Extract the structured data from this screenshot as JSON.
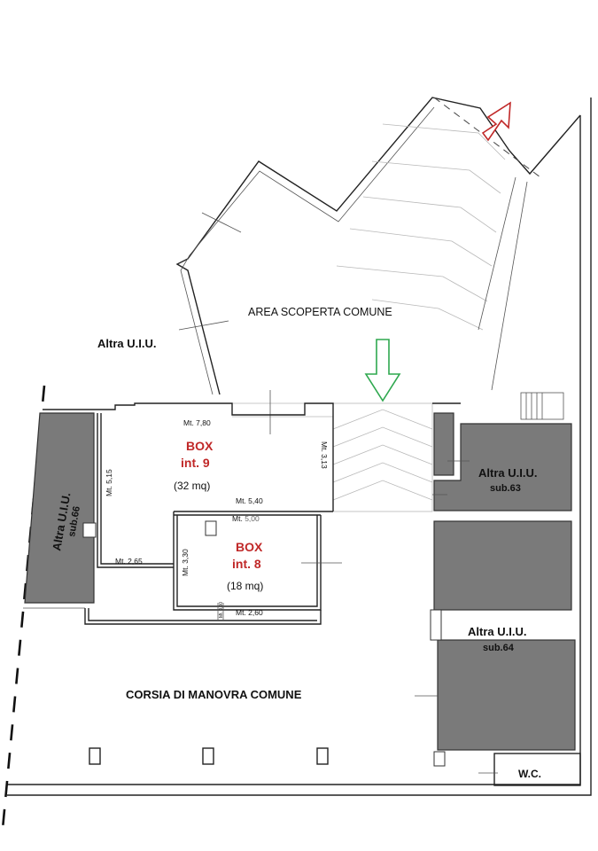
{
  "labels": {
    "area_scoperta": "AREA SCOPERTA COMUNE",
    "altra_uiu_top": "Altra U.I.U.",
    "altra_uiu_left": "Altra U.I.U.",
    "sub66": "sub.66",
    "altra_uiu_63": "Altra U.I.U.",
    "sub63": "sub.63",
    "altra_uiu_64": "Altra U.I.U.",
    "sub64": "sub.64",
    "corsia": "CORSIA  DI  MANOVRA  COMUNE",
    "wc": "W.C."
  },
  "box9": {
    "title": "BOX",
    "int": "int. 9",
    "area": "(32 mq)",
    "dim_top": "Mt. 7,80",
    "dim_right": "Mt. 3,13",
    "dim_left": "Mt. 5,15",
    "dim_bottom": "Mt. 5,40",
    "dim_step": "Mt. 2,65"
  },
  "box8": {
    "title": "BOX",
    "int": "int. 8",
    "area": "(18 mq)",
    "dim_top_prefix": "Mt.",
    "dim_top_value": "5,00",
    "dim_left": "Mt. 3,30",
    "dim_bottom": "Mt. 2,60",
    "dim_small": "Mt. 0,00"
  },
  "colors": {
    "wall": "#222222",
    "occupied_unit": "#7a7a7a",
    "exit_arrow": "#c02828",
    "entry_arrow": "#2fa84f",
    "box_label": "#c02828"
  }
}
